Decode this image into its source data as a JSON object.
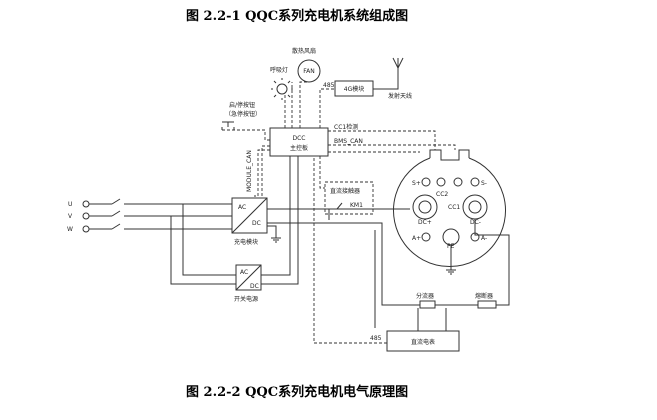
{
  "captions": {
    "top": "图 2.2-1 QQC系列充电机系统组成图",
    "bottom": "图 2.2-2 QQC系列充电机电气原理图"
  },
  "labels": {
    "fan_title": "散热风扇",
    "fan": "FAN",
    "breath_light": "呼吸灯",
    "rs485_top": "485",
    "module_4g": "4G模块",
    "antenna": "发射天线",
    "start_stop_line1": "启/停按钮",
    "start_stop_line2": "（急停按钮）",
    "cc1_detect": "CC1检测",
    "bms_can": "BMS_CAN",
    "module_can": "MODULE_CAN",
    "dcc_line1": "DCC",
    "dcc_line2": "主控板",
    "contactor": "直流接触器",
    "km1": "KM1",
    "phase_u": "U",
    "phase_v": "V",
    "phase_w": "W",
    "ac": "AC",
    "dc": "DC",
    "charge_module": "充电模块",
    "switch_psu": "开关电源",
    "shunt": "分流器",
    "fuse": "熔断器",
    "rs485_bottom": "485",
    "dc_meter": "直流电表",
    "pin_s_plus": "S+",
    "pin_s_minus": "S-",
    "pin_cc2": "CC2",
    "pin_cc1": "CC1",
    "pin_dc_plus": "DC+",
    "pin_dc_minus": "DC-",
    "pin_a_plus": "A+",
    "pin_a_minus": "A-",
    "pin_pe": "PE"
  }
}
